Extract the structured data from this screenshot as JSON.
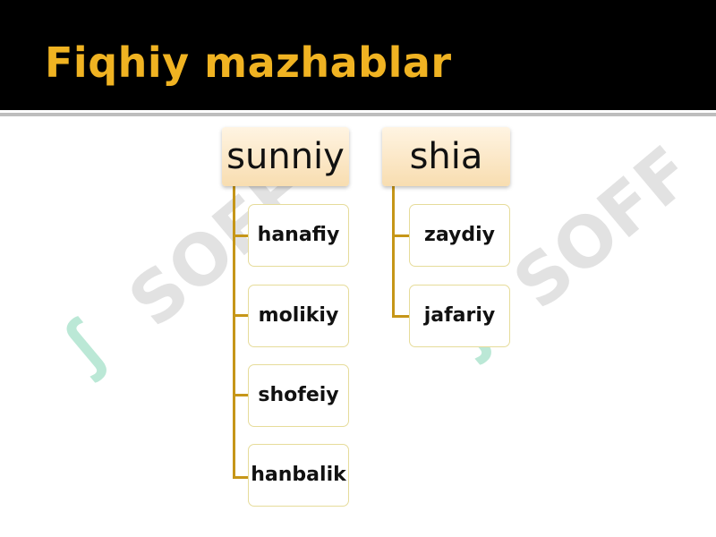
{
  "slide": {
    "title": "Fiqhiy mazhablar"
  },
  "diagram": {
    "roots": [
      {
        "label": "sunniy",
        "children": [
          "hanafiy",
          "molikiy",
          "shofeiy",
          "hanbalik"
        ]
      },
      {
        "label": "shia",
        "children": [
          "zaydiy",
          "jafariy"
        ]
      }
    ]
  },
  "watermark": {
    "text": "SOFF"
  },
  "colors": {
    "header_bg": "#000000",
    "title": "#f0b322",
    "connector": "#c69618",
    "root_fill": "#f8ddb0",
    "child_border": "#e6dc9a"
  }
}
